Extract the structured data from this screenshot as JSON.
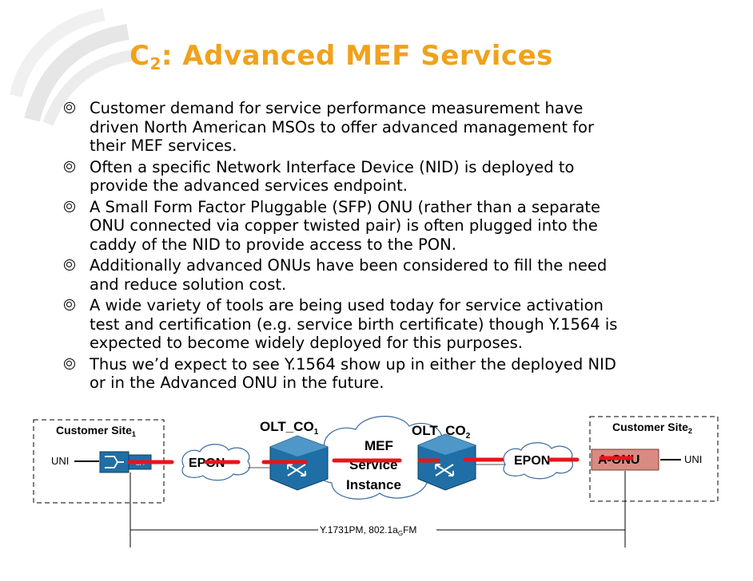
{
  "slide": {
    "title_main": "C",
    "title_sub": "2",
    "title_rest": ": Advanced MEF Services",
    "bullets": [
      "Customer demand for service performance measurement have\ndriven North American MSOs to offer advanced management for\ntheir MEF services.",
      "Often a specific Network Interface Device (NID) is deployed to\nprovide the advanced services endpoint.",
      "A Small Form Factor Pluggable (SFP) ONU (rather than a separate\nONU connected via copper twisted pair) is often plugged into the\ncaddy of the NID to provide access to the PON.",
      "Additionally advanced ONUs have been considered to fill the need\nand reduce solution cost.",
      "A wide variety of tools are being used today for service activation\ntest and certification (e.g. service birth certificate) though Y.1564 is\nexpected to become widely deployed for this purposes.",
      "Thus we’d expect to see Y.1564 show up in either the deployed NID\nor in the Advanced ONU in the future."
    ]
  },
  "diagram": {
    "customer_site_1": "Customer Site",
    "customer_site_1_sub": "1",
    "customer_site_2": "Customer Site",
    "customer_site_2_sub": "2",
    "uni_left": "UNI",
    "uni_right": "UNI",
    "nid_label": "SFP",
    "epon_left": "EPON",
    "epon_right": "EPON",
    "olt_co1": "OLT_CO",
    "olt_co1_sub": "1",
    "olt_co2": "OLT_CO",
    "olt_co2_sub": "2",
    "mef_line1": "MEF",
    "mef_line2": "Service",
    "mef_line3": "Instance",
    "a_onu": "A-ONU",
    "oam_label_a": "Y.1731PM, 802.1a",
    "oam_label_sub": "G",
    "oam_label_b": "FM"
  },
  "colors": {
    "title": "#f0a21b",
    "device_blue": "#1f6fa6",
    "link_red": "#e8141b",
    "onu_fill": "#d98b82"
  }
}
